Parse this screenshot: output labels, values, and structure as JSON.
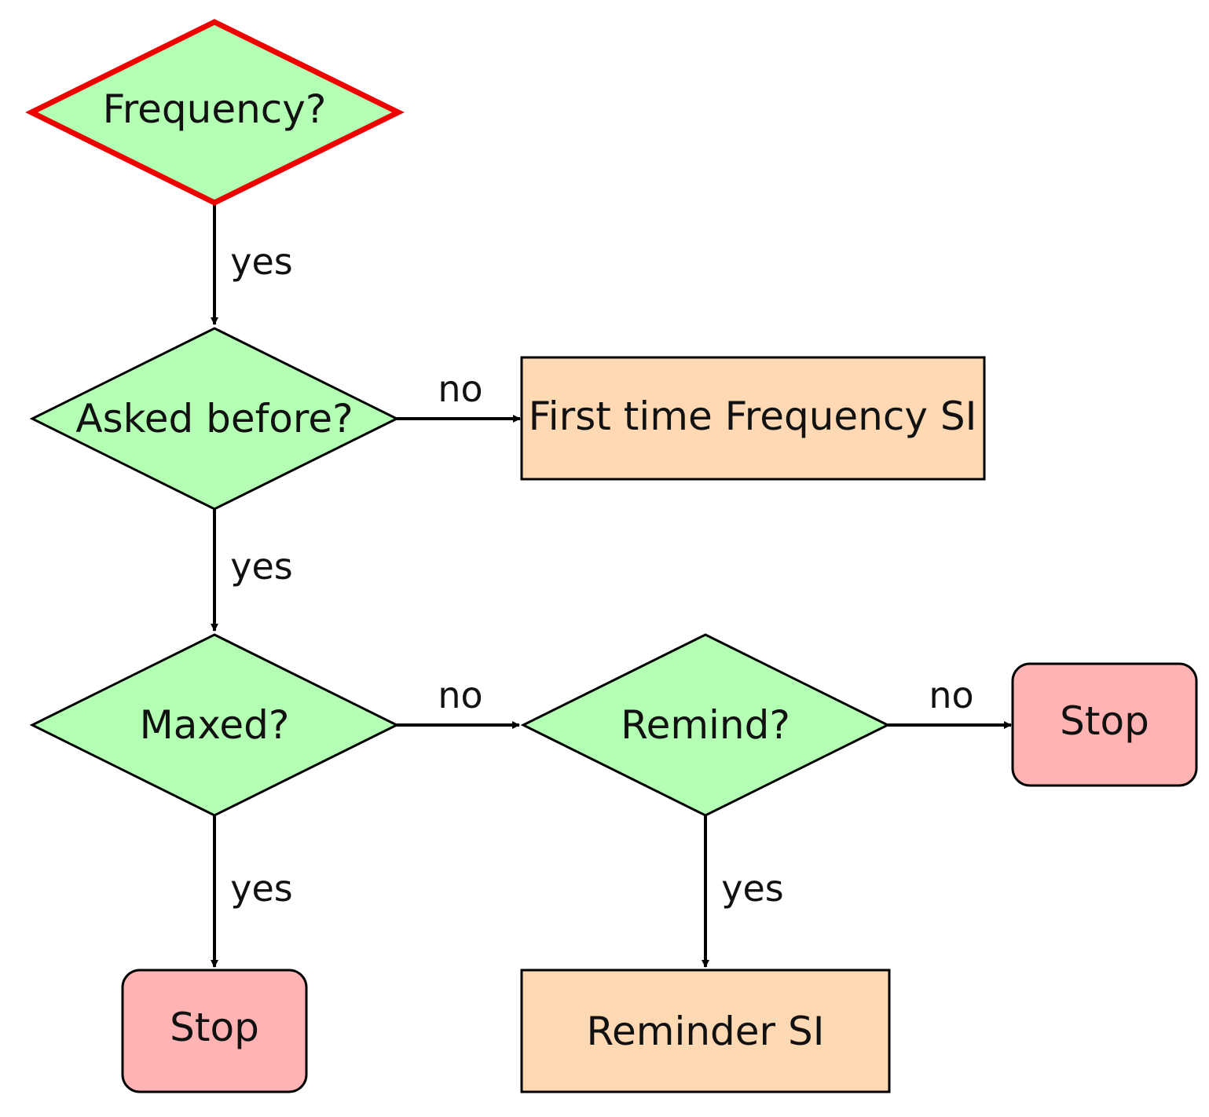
{
  "nodes": {
    "frequency": "Frequency?",
    "asked_before": "Asked before?",
    "first_time": "First time Frequency SI",
    "maxed": "Maxed?",
    "remind": "Remind?",
    "stop_right": "Stop",
    "stop_bottom": "Stop",
    "reminder": "Reminder SI"
  },
  "edges": {
    "frequency_to_asked": "yes",
    "asked_to_first": "no",
    "asked_to_maxed": "yes",
    "maxed_to_remind": "no",
    "remind_to_stop": "no",
    "maxed_to_stop": "yes",
    "remind_to_reminder": "yes"
  },
  "colors": {
    "decision_fill": "#b3ffb3",
    "start_border": "#ee0000",
    "process_fill": "#ffd9b3",
    "terminal_fill": "#ffb3b3",
    "line": "#000000"
  }
}
